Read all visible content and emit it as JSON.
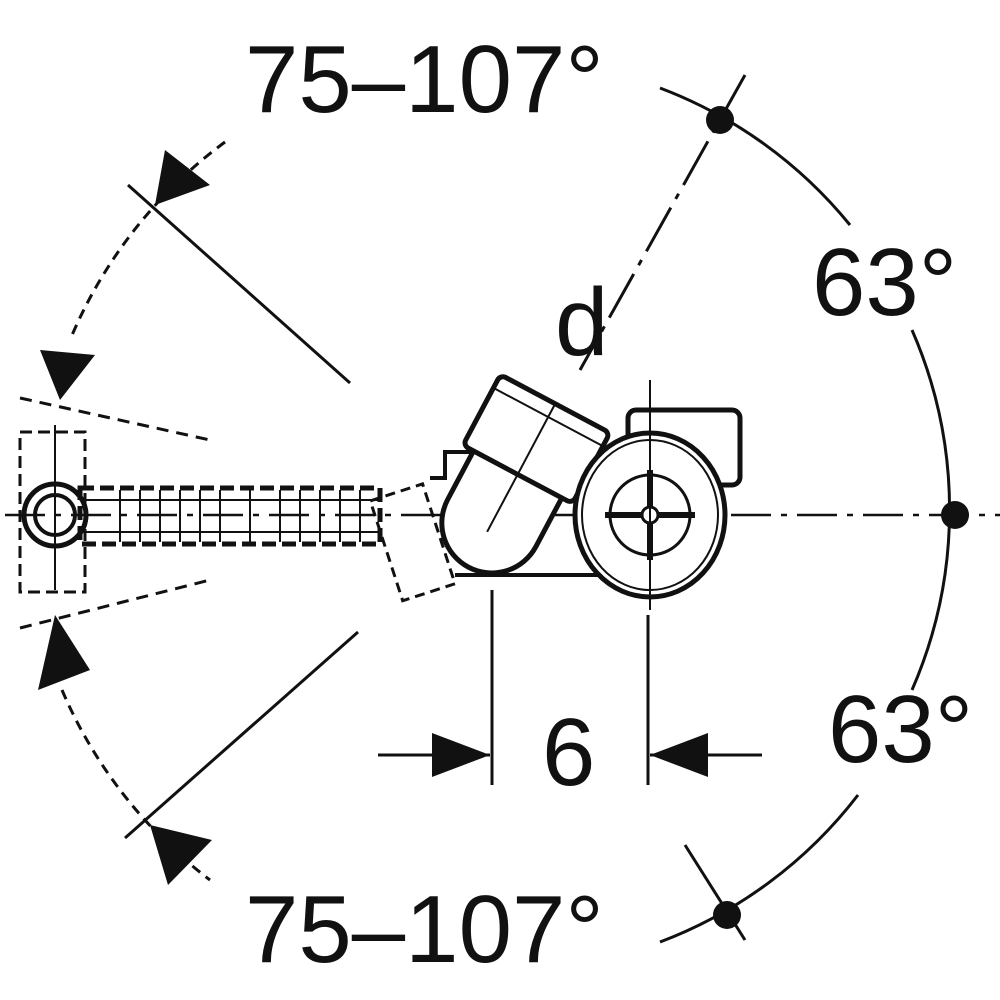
{
  "labels": {
    "angle_top": "75–107°",
    "angle_bottom": "75–107°",
    "angle_right_upper": "63°",
    "angle_right_lower": "63°",
    "diameter": "d",
    "offset": "6"
  },
  "colors": {
    "line": "#111111",
    "background": "#ffffff"
  }
}
